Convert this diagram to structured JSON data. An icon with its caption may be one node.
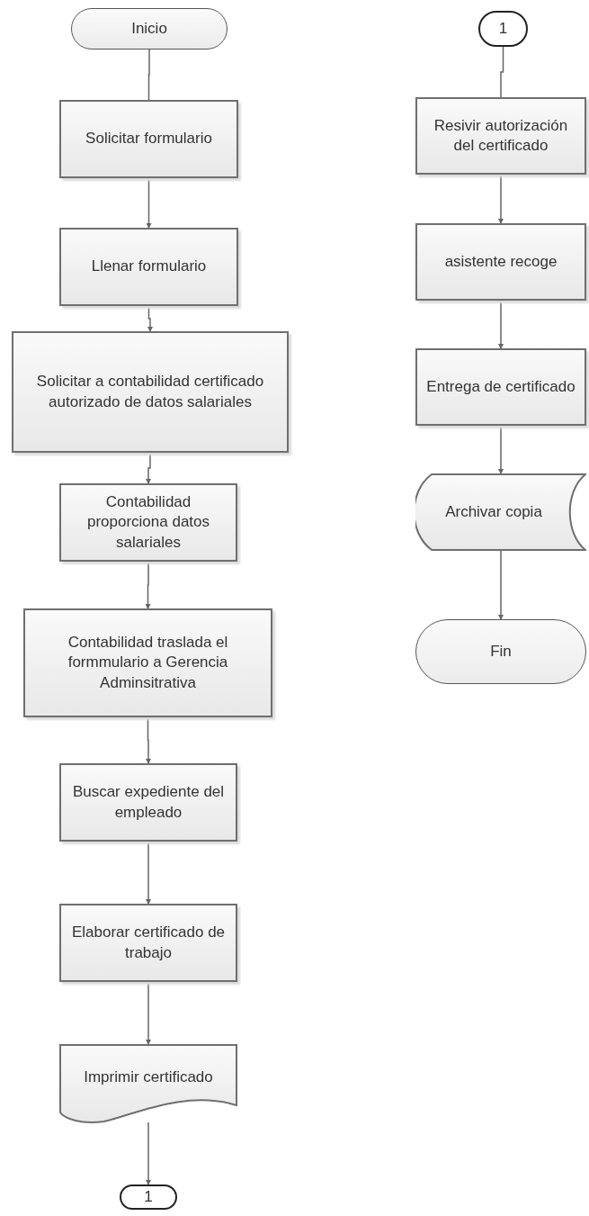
{
  "diagram": {
    "nodes": [
      {
        "text": [
          "Inicio"
        ]
      },
      {
        "text": [
          "Solicitar formulario"
        ]
      },
      {
        "text": [
          "Llenar formulario"
        ]
      },
      {
        "text": [
          "Solicitar a contabilidad certificado autorizado de datos salariales"
        ]
      },
      {
        "text": [
          "Contabilidad proporciona datos salariales"
        ]
      },
      {
        "text": [
          "Contabilidad traslada el formmulario a Gerencia Adminsitrativa"
        ]
      },
      {
        "text": [
          "Buscar expediente del empleado"
        ]
      },
      {
        "text": [
          "Elaborar certificado de trabajo"
        ]
      },
      {
        "text": [
          "Imprimir certificado"
        ]
      },
      {
        "text": [
          "1"
        ]
      },
      {
        "text": [
          "1"
        ]
      },
      {
        "text": [
          "Resivir autorización del certificado"
        ]
      },
      {
        "text": [
          "asistente recoge"
        ]
      },
      {
        "text": [
          "Entrega de certificado"
        ]
      },
      {
        "text": [
          "Archivar copia"
        ]
      },
      {
        "text": [
          "Fin"
        ]
      }
    ],
    "edges": [
      {
        "from": 0,
        "to": 1,
        "arrow": "none"
      },
      {
        "from": 1,
        "to": 2,
        "arrow": "to"
      },
      {
        "from": 2,
        "to": 3,
        "arrow": "to"
      },
      {
        "from": 3,
        "to": 4,
        "arrow": "to"
      },
      {
        "from": 4,
        "to": 5,
        "arrow": "to"
      },
      {
        "from": 5,
        "to": 6,
        "arrow": "to"
      },
      {
        "from": 6,
        "to": 7,
        "arrow": "to"
      },
      {
        "from": 7,
        "to": 8,
        "arrow": "to"
      },
      {
        "from": 8,
        "to": 9,
        "arrow": "to"
      },
      {
        "from": 10,
        "to": 11,
        "arrow": "none"
      },
      {
        "from": 11,
        "to": 12,
        "arrow": "to"
      },
      {
        "from": 12,
        "to": 13,
        "arrow": "to"
      },
      {
        "from": 13,
        "to": 14,
        "arrow": "to"
      },
      {
        "from": 14,
        "to": 15,
        "arrow": "to"
      }
    ]
  }
}
